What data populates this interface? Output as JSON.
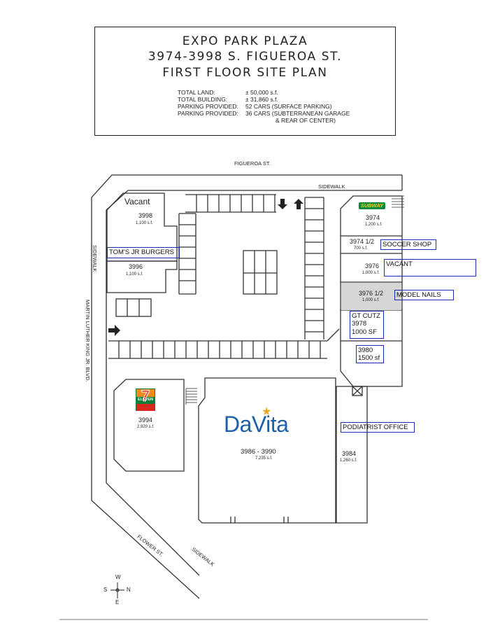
{
  "header": {
    "line1": "EXPO PARK PLAZA",
    "line2": "3974-3998 S. FIGUEROA ST.",
    "line3": "FIRST FLOOR SITE PLAN",
    "stats": [
      {
        "label": "TOTAL LAND:",
        "value": "± 50,000 s.f."
      },
      {
        "label": "TOTAL BUILDING:",
        "value": "± 31,860 s.f."
      },
      {
        "label": "PARKING PROVIDED:",
        "value": "52 CARS (SURFACE PARKING)"
      },
      {
        "label": "PARKING PROVIDED:",
        "value": "36 CARS (SUBTERRANEAN GARAGE"
      },
      {
        "label": "",
        "value": "& REAR OF CENTER)"
      }
    ]
  },
  "streets": {
    "figueroa": "FIGUEROA ST.",
    "sidewalk_top": "SIDEWALK",
    "sidewalk_left": "SIDEWALK",
    "mlk": "MARTIN LUTHER KING JR. BLVD.",
    "flower": "FLOWER ST.",
    "sidewalk_bottom": "SIDEWALK"
  },
  "units": {
    "u3998": {
      "number": "3998",
      "size": "1,100 s.f.",
      "tenant": "Vacant"
    },
    "u3996": {
      "number": "3996",
      "size": "1,100 s.f.",
      "tenant": "TOM'S JR BURGERS"
    },
    "u3974": {
      "number": "3974",
      "size": "1,200 s.f.",
      "logo": "SUBWAY"
    },
    "u3974h": {
      "number": "3974 1/2",
      "size": "700 s.f.",
      "tenant": "SOCCER SHOP"
    },
    "u3976": {
      "number": "3976",
      "size": "1,000 s.f.",
      "tenant": "VACANT"
    },
    "u3976h": {
      "number": "3976 1/2",
      "size": "1,000 s.f.",
      "tenant": "MODEL NAILS"
    },
    "u3978": {
      "tenant": "GT CUTZ",
      "number": "3978",
      "size": "1000 SF"
    },
    "u3980": {
      "number": "3980",
      "size": "1500 sf"
    },
    "u3994": {
      "number": "3994",
      "size": "2,920 s.f.",
      "logo": "ELEVEN"
    },
    "u3986": {
      "number": "3986 - 3990",
      "size": "7,235 s.f.",
      "logo": "DaVita"
    },
    "u3984": {
      "number": "3984",
      "size": "1,260 s.f.",
      "tenant": "PODIATRIST OFFICE"
    }
  },
  "compass": {
    "n": "N",
    "s": "S",
    "e": "E",
    "w": "W"
  },
  "colors": {
    "label_border": "#1a2fb0",
    "davita_blue": "#1f5fa8",
    "davita_star": "#f2a51a",
    "seven_green": "#0a7d3a",
    "seven_red": "#d9261c",
    "subway_green": "#0a8a3c",
    "subway_yellow": "#f6d31a"
  }
}
